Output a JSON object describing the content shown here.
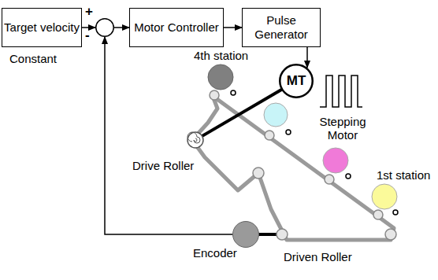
{
  "diagram": {
    "nodes": [
      {
        "text": [
          "Target velocity"
        ]
      },
      {
        "text": [
          "+",
          "-"
        ]
      },
      {
        "text": [
          "Motor Controller"
        ]
      },
      {
        "text": [
          "Pulse Generator"
        ]
      },
      {
        "text": [
          "MT"
        ]
      },
      {
        "text": [
          "Encoder"
        ]
      }
    ],
    "edges": [
      {
        "from": 0,
        "to": 1,
        "arrow": "to"
      },
      {
        "from": 1,
        "to": 2,
        "arrow": "to"
      },
      {
        "from": 2,
        "to": 3,
        "arrow": "to"
      },
      {
        "from": 3,
        "to": 4,
        "arrow": "to"
      },
      {
        "from": 5,
        "to": 1,
        "arrow": "to"
      }
    ],
    "labels": [
      "Constant",
      "4th station",
      "Stepping Motor",
      "Drive Roller",
      "1st station",
      "Driven Roller"
    ]
  }
}
